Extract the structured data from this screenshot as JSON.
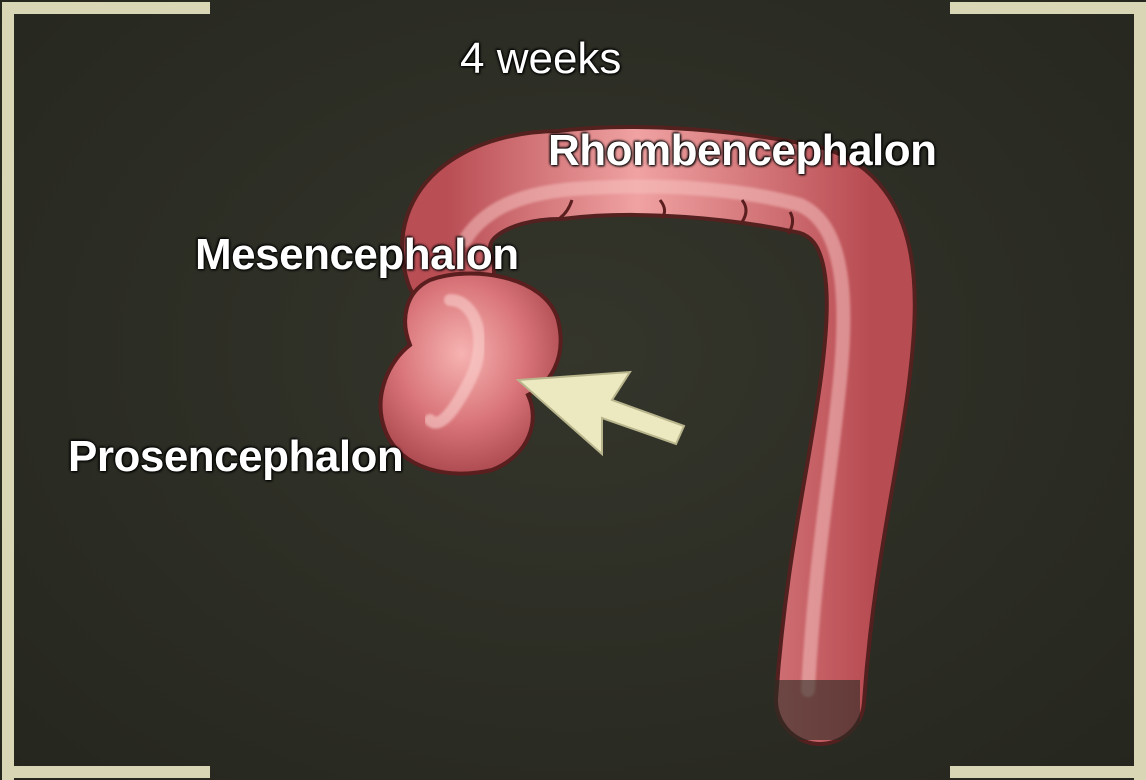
{
  "title": "4 weeks",
  "labels": {
    "rhombencephalon": "Rhombencephalon",
    "mesencephalon": "Mesencephalon",
    "prosencephalon": "Prosencephalon"
  },
  "colors": {
    "background": "#2c2d24",
    "frame": "#d8d6b4",
    "tissue": "#d46a6e",
    "tissue_highlight": "#f2a6a6",
    "tissue_outline": "#5a1e1e",
    "arrow": "#ece8bf"
  },
  "icons": {
    "arrow": "pointer-arrow-icon"
  }
}
